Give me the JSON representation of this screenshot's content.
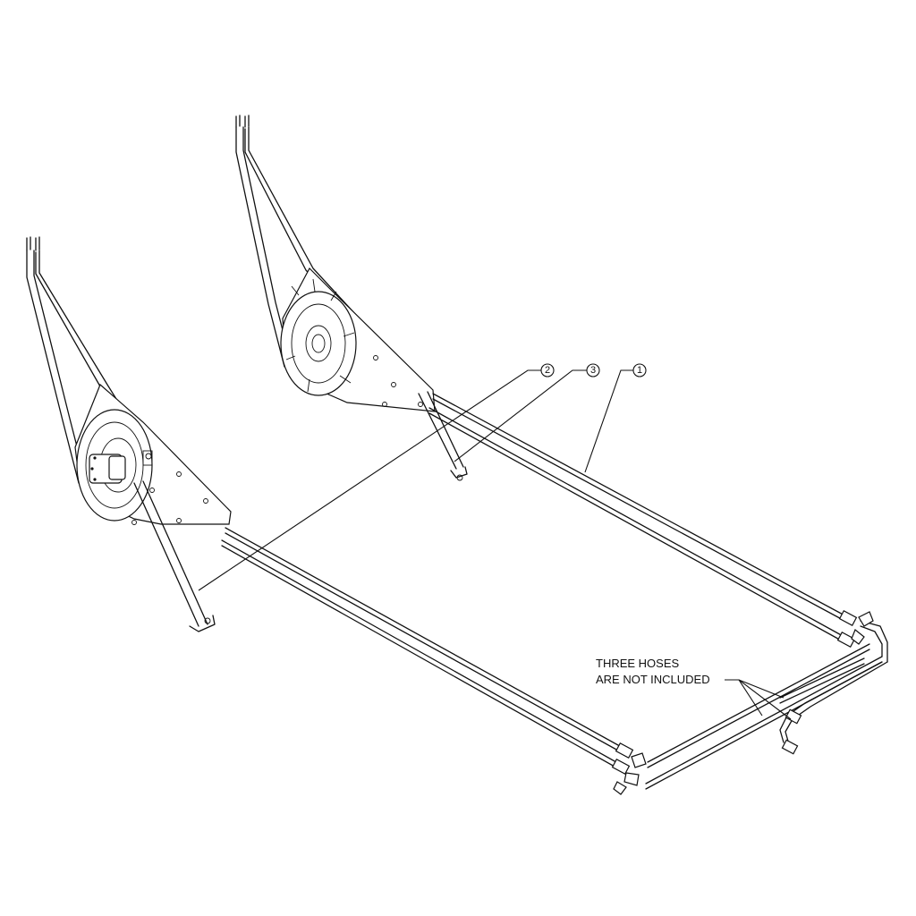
{
  "callouts": [
    {
      "id": "callout-1",
      "label": "1"
    },
    {
      "id": "callout-2",
      "label": "2"
    },
    {
      "id": "callout-3",
      "label": "3"
    }
  ],
  "note": {
    "line1": "THREE HOSES",
    "line2": "ARE NOT INCLUDED"
  }
}
